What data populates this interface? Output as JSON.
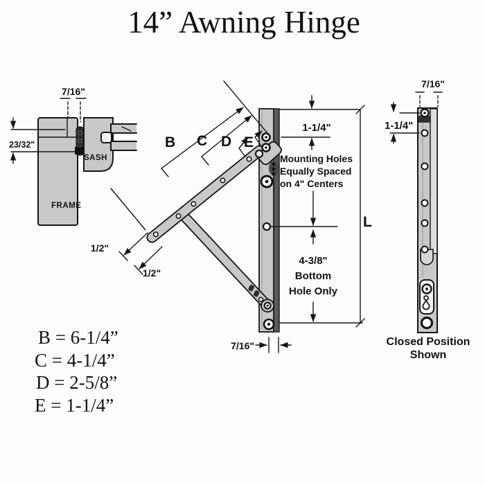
{
  "title": "14” Awning Hinge",
  "cross_section": {
    "dim_gap": "7/16\"",
    "dim_overlap": "23/32\"",
    "sash": "SASH",
    "frame": "FRAME"
  },
  "open_view": {
    "dim_b": "B",
    "dim_c": "C",
    "dim_d": "D",
    "dim_e": "E",
    "dim_half_upper": "1/2\"",
    "dim_half_lower": "1/2\"",
    "dim_first_hole": "1-1/4\"",
    "mounting_note": [
      "Mounting Holes",
      "Equally Spaced",
      "on 4\" Centers"
    ],
    "bottom_note": [
      "4-3/8\"",
      "Bottom",
      "Hole Only"
    ],
    "dim_track_width": "7/16\"",
    "length_label": "L"
  },
  "closed_view": {
    "dim_width": "7/16\"",
    "dim_first_hole": "1-1/4\"",
    "caption": [
      "Closed Position",
      "Shown"
    ]
  },
  "legend": [
    "B = 6-1/4”",
    "C =  4-1/4”",
    "D =  2-5/8”",
    "E =  1-1/4”"
  ],
  "colors": {
    "metal": "#c8c8c8",
    "metal_light": "#dedede",
    "metal_dark": "#5a5a5a",
    "line": "#151515",
    "background": "#fdfdfd"
  }
}
